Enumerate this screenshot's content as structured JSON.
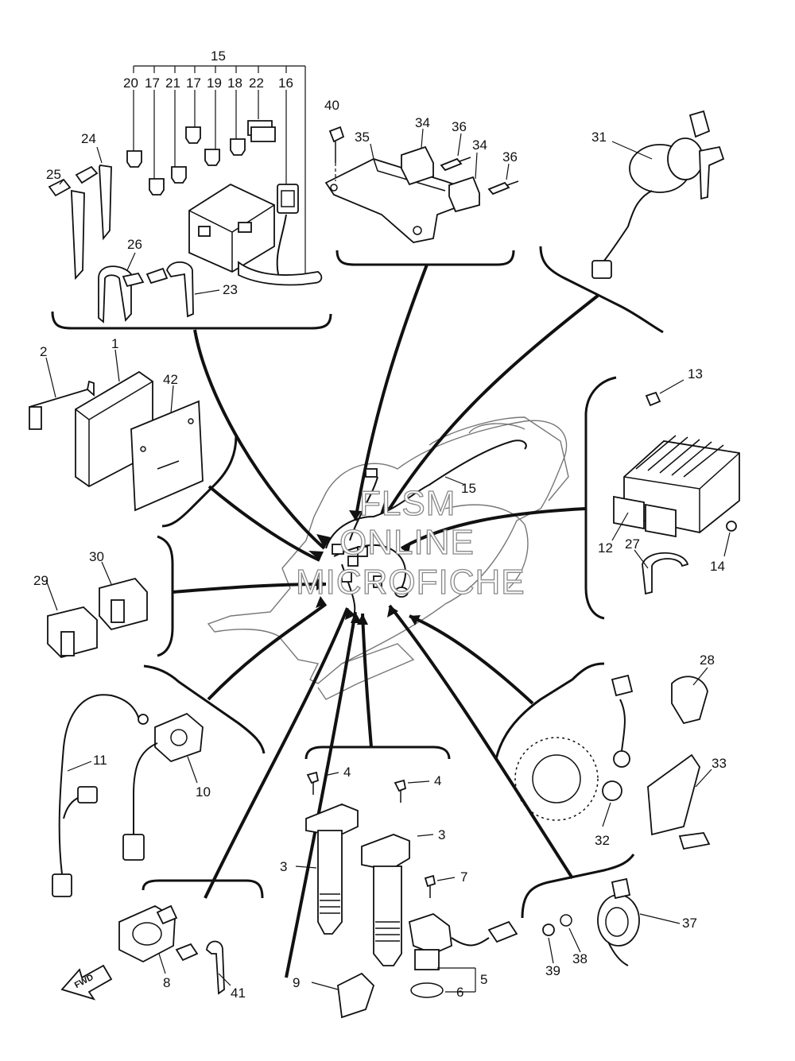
{
  "watermark": {
    "line1": "FLSM",
    "line2": "ONLINE",
    "line3": "MICROFICHE"
  },
  "fwd_arrow": "FWD",
  "callouts": {
    "c15_group": "15",
    "c20": "20",
    "c17a": "17",
    "c21": "21",
    "c17b": "17",
    "c19": "19",
    "c18": "18",
    "c22": "22",
    "c16": "16",
    "c24": "24",
    "c25": "25",
    "c26": "26",
    "c23": "23",
    "c40": "40",
    "c35": "35",
    "c34a": "34",
    "c36a": "36",
    "c34b": "34",
    "c36b": "36",
    "c31": "31",
    "c2": "2",
    "c1": "1",
    "c42": "42",
    "c13": "13",
    "c12": "12",
    "c27": "27",
    "c14": "14",
    "c15_main": "15",
    "c30": "30",
    "c29": "29",
    "c28": "28",
    "c33": "33",
    "c32": "32",
    "c11": "11",
    "c10": "10",
    "c4a": "4",
    "c4b": "4",
    "c3a": "3",
    "c3b": "3",
    "c7": "7",
    "c5": "5",
    "c6": "6",
    "c9": "9",
    "c37": "37",
    "c38": "38",
    "c39": "39",
    "c8": "8",
    "c41": "41"
  }
}
